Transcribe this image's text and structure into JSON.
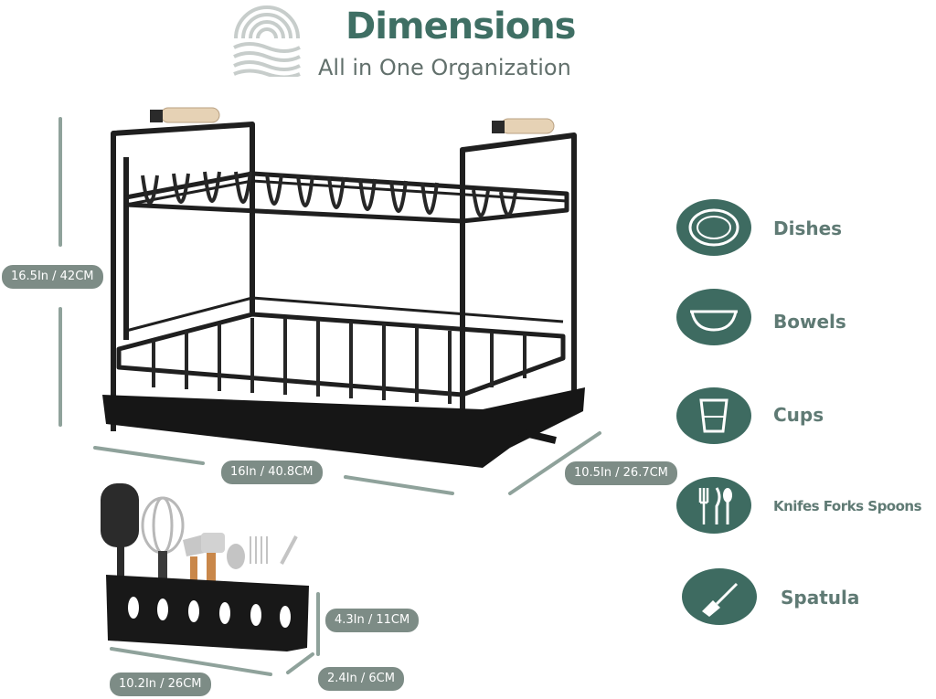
{
  "header": {
    "title": "Dimensions",
    "subtitle": "All in One Organization"
  },
  "dimensions": {
    "rack_height": "16.5In / 42CM",
    "rack_width": "16In / 40.8CM",
    "rack_depth": "10.5In / 26.7CM",
    "holder_height": "4.3In / 11CM",
    "holder_width": "10.2In / 26CM",
    "holder_depth": "2.4In / 6CM"
  },
  "features": [
    {
      "label": "Dishes",
      "icon": "plate-icon"
    },
    {
      "label": "Bowels",
      "icon": "bowl-icon"
    },
    {
      "label": "Cups",
      "icon": "cup-icon"
    },
    {
      "label": "Knifes Forks Spoons",
      "icon": "cutlery-icon"
    },
    {
      "label": "Spatula",
      "icon": "spatula-icon"
    }
  ],
  "colors": {
    "accent": "#3e6b61",
    "title": "#3f6f64",
    "pill": "#7d8c86",
    "product": "#1b1b1b"
  }
}
